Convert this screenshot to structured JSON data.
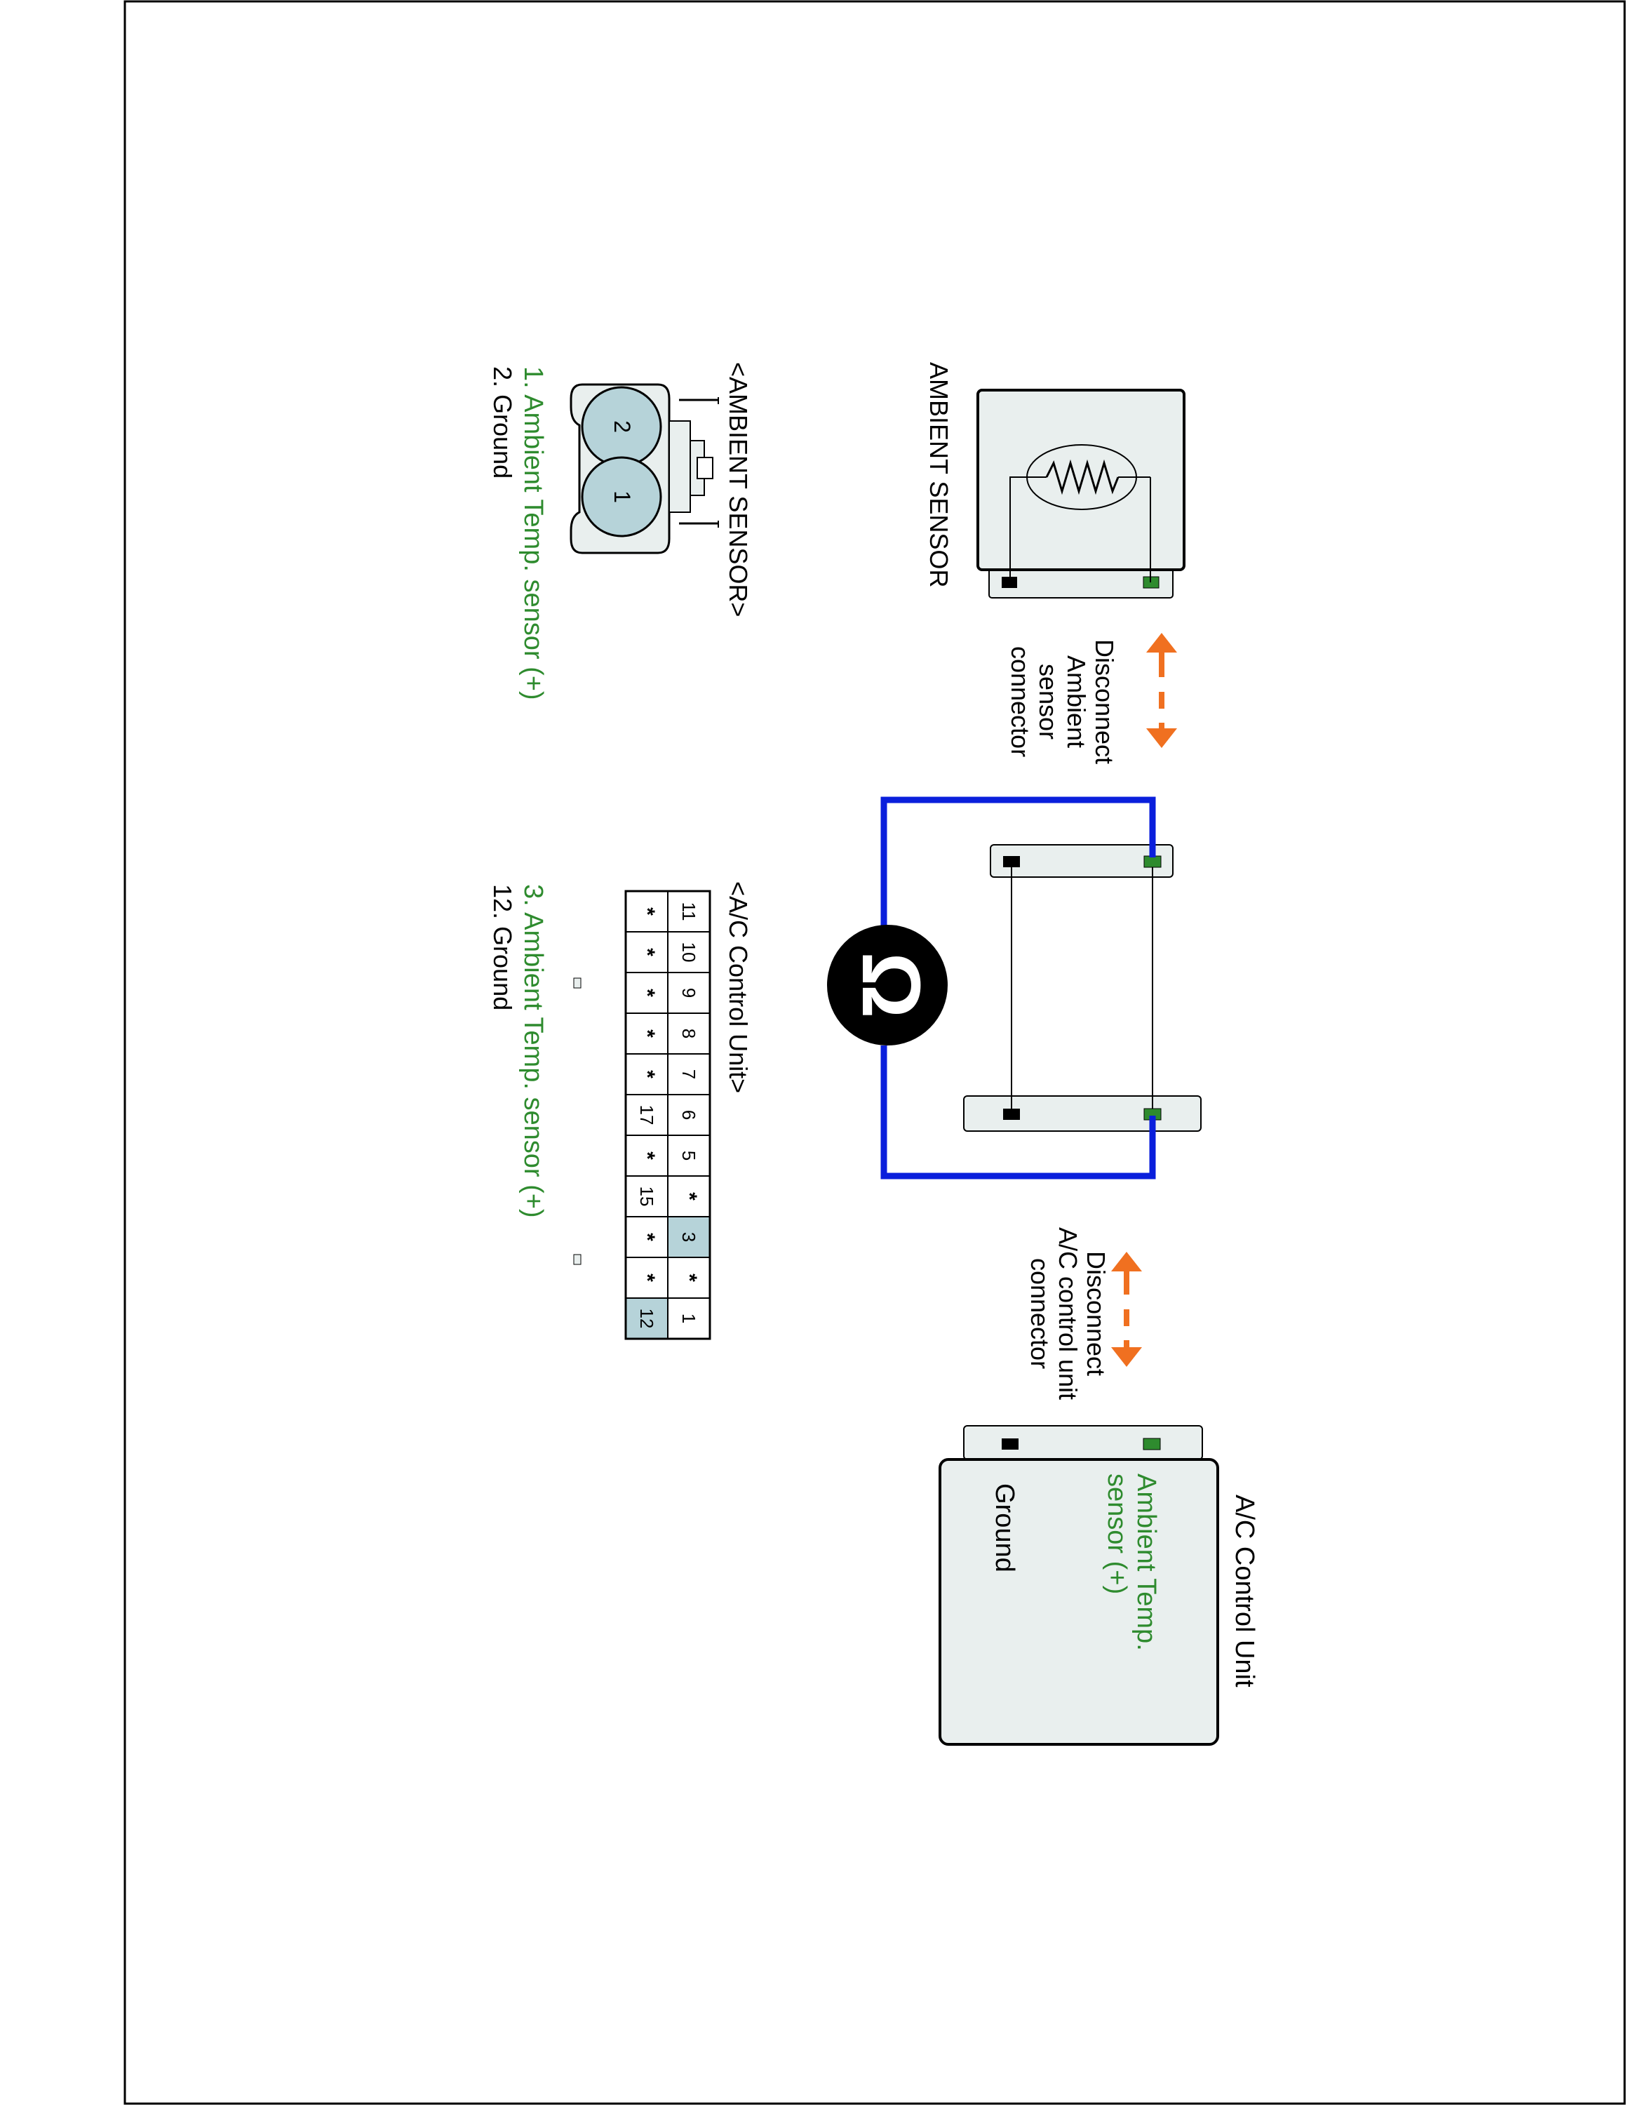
{
  "colors": {
    "green": "#2e8b2e",
    "orange": "#f07020",
    "blue": "#0a1fdc",
    "box_fill": "#e9efee",
    "pin_fill": "#b6d3d9",
    "black": "#000000"
  },
  "ambient_sensor": {
    "title": "AMBIENT SENSOR",
    "disconnect_lines": [
      "Disconnect",
      "Ambient",
      "sensor",
      "connector"
    ]
  },
  "ac_control_unit": {
    "title": "A/C Control Unit",
    "pin_labels": [
      "Ambient Temp.",
      "sensor (+)",
      "Ground"
    ],
    "disconnect_lines": [
      "Disconnect",
      "A/C control unit",
      "connector"
    ]
  },
  "meter": {
    "symbol": "Ω",
    "icon": "ohmmeter-icon"
  },
  "ambient_connector": {
    "heading": "<AMBIENT SENSOR>",
    "pins": [
      "2",
      "1"
    ],
    "legend": [
      {
        "text": "1. Ambient Temp. sensor (+)",
        "color": "green"
      },
      {
        "text": "2. Ground",
        "color": "black"
      }
    ]
  },
  "ac_connector": {
    "heading": "<A/C Control Unit>",
    "top_row": [
      "11",
      "10",
      "9",
      "8",
      "7",
      "6",
      "5",
      "*",
      "3",
      "*",
      "1"
    ],
    "bottom_row": [
      "*",
      "*",
      "*",
      "*",
      "*",
      "17",
      "*",
      "15",
      "*",
      "*",
      "12"
    ],
    "highlighted": [
      "3",
      "12"
    ],
    "legend": [
      {
        "text": "3. Ambient Temp. sensor (+)",
        "color": "green"
      },
      {
        "text": "12. Ground",
        "color": "black"
      }
    ]
  }
}
